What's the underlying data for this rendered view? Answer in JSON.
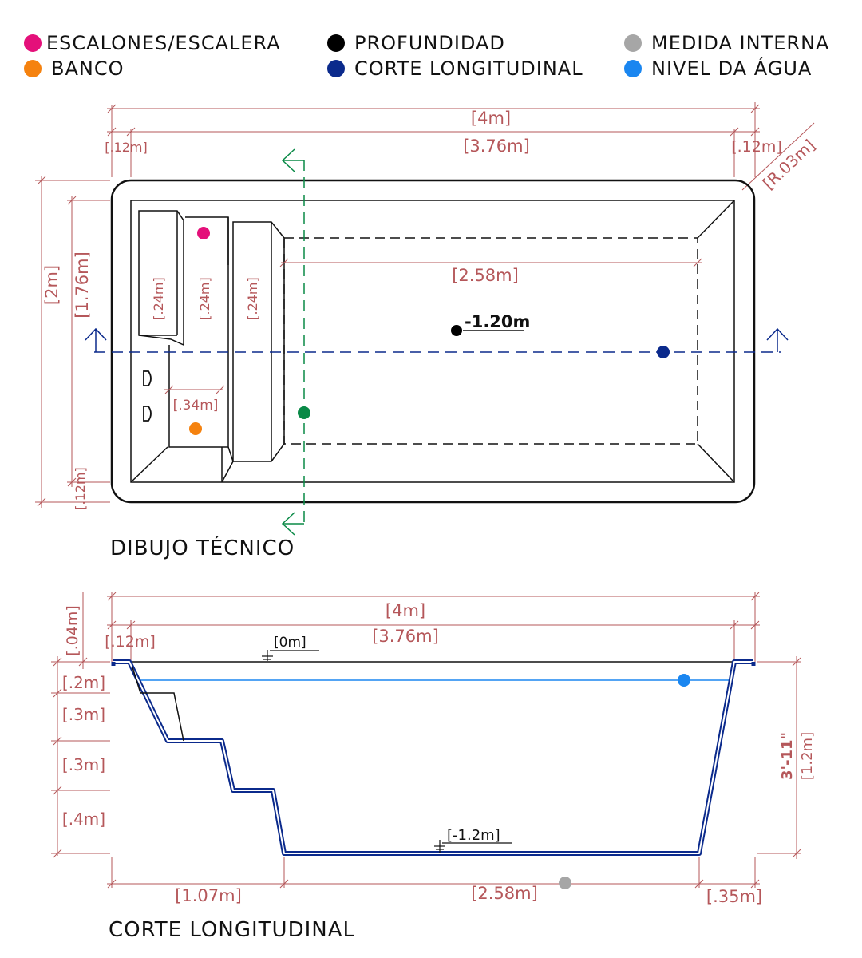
{
  "legend": [
    {
      "label": "ESCALONES/ESCALERA",
      "color": "#e4107a"
    },
    {
      "label": "BANCO",
      "color": "#f5820f"
    },
    {
      "label": "PROFUNDIDAD",
      "color": "#000000"
    },
    {
      "label": "CORTE LONGITUDINAL",
      "color": "#0b2a8c"
    },
    {
      "label": "MEDIDA INTERNA",
      "color": "#a6a6a6"
    },
    {
      "label": "NIVEL DA ÁGUA",
      "color": "#1a86f0"
    }
  ],
  "plan": {
    "title": "DIBUJO TÉCNICO",
    "dim_total_length": "[4m]",
    "dim_inner_length": "[3.76m]",
    "dim_left_border": "[.12m]",
    "dim_right_border": "[.12m]",
    "dim_radius": "[R.03m]",
    "dim_total_width": "[2m]",
    "dim_inner_width": "[1.76m]",
    "dim_bottom_border": "[.12m]",
    "dim_deep_length": "[2.58m]",
    "dim_step_1": "[.24m]",
    "dim_step_2": "[.24m]",
    "dim_step_3": "[.24m]",
    "dim_bench": "[.34m]",
    "depth_label": "-1.20m"
  },
  "section": {
    "title": "CORTE LONGITUDINAL",
    "dim_total_length": "[4m]",
    "dim_inner_length": "[3.76m]",
    "dim_border": "[.12m]",
    "dim_lip": "[.04m]",
    "level_top": "[0m]",
    "level_bottom": "[-1.2m]",
    "dim_rise_1": "[.2m]",
    "dim_rise_2": "[.3m]",
    "dim_rise_3": "[.3m]",
    "dim_rise_4": "[.4m]",
    "dim_steps_length": "[1.07m]",
    "dim_floor_length": "[2.58m]",
    "dim_slope_length": "[.35m]",
    "dim_depth_imperial": "3'-11\"",
    "dim_depth_metric": "[1.2m]"
  }
}
